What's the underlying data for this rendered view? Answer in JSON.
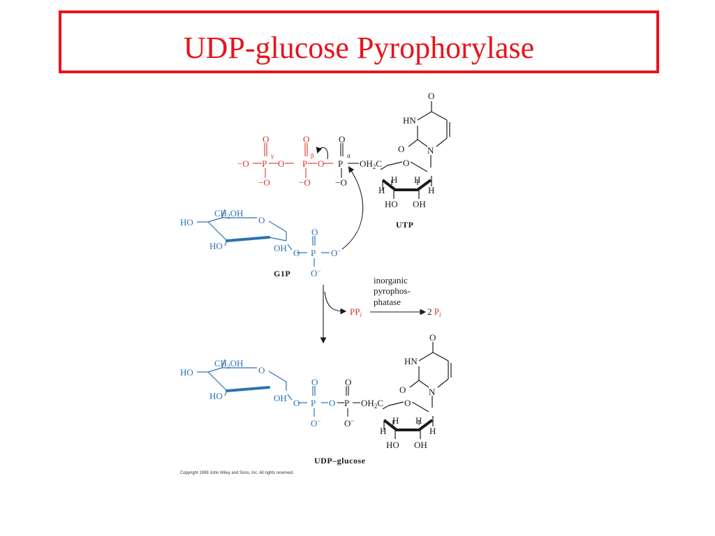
{
  "title": "UDP-glucose Pyrophorylase",
  "colors": {
    "title": "#e8131b",
    "phosphate_red": "#d9332b",
    "sugar_blue": "#2b72b0",
    "ink": "#1a1a1a"
  },
  "utp": {
    "name": "UTP",
    "atoms": {
      "o_top": "O",
      "hn": "HN",
      "o_left": "O",
      "n": "N",
      "minus_o": "−O",
      "p_gamma": "P",
      "gamma": "γ",
      "o1": "O",
      "p_beta": "P",
      "beta": "β",
      "o2": "O",
      "p_alpha": "P",
      "alpha": "α",
      "oh2c": "OH",
      "oh2c_sub": "2",
      "oh2c_c": "C",
      "o_gamma_top": "O",
      "o_beta_top": "O",
      "o_alpha_top": "O",
      "o_gamma_bot": "−O",
      "o_beta_bot": "−O",
      "o_alpha_bot": "−O",
      "ring_o": "O",
      "h1": "H",
      "h2": "H",
      "h3": "H",
      "h4": "H",
      "ho": "HO",
      "oh": "OH"
    }
  },
  "g1p": {
    "name": "G1P",
    "atoms": {
      "ch2oh": "CH",
      "ch2oh_sub": "2",
      "ch2oh_oh": "OH",
      "ho1": "HO",
      "ring_o": "O",
      "ho2": "HO",
      "oh": "OH",
      "o_link": "O",
      "p": "P",
      "o_top": "O",
      "o_minus": "O",
      "minus": "−",
      "o_bot": "O",
      "minus_bot": "−"
    }
  },
  "reaction": {
    "ppi": "PP",
    "ppi_sub": "i",
    "enzyme_lines": [
      "inorganic",
      "pyrophos-",
      "phatase"
    ],
    "product": "2 ",
    "product_p": "P",
    "product_sub": "i"
  },
  "udp_glucose": {
    "name": "UDP–glucose",
    "atoms": {
      "ch2oh": "CH",
      "ch2oh_sub": "2",
      "ch2oh_oh": "OH",
      "ho1": "HO",
      "ring_o": "O",
      "ho2": "HO",
      "oh": "OH",
      "o1": "O",
      "p1": "P",
      "o2": "O",
      "p2": "P",
      "oh2c": "OH",
      "oh2c_sub": "2",
      "oh2c_c": "C",
      "p1_top": "O",
      "p2_top": "O",
      "p1_bot": "O",
      "p2_bot": "O",
      "minus": "−",
      "o_top": "O",
      "hn": "HN",
      "o_left": "O",
      "n": "N",
      "r_o": "O",
      "h1": "H",
      "h2": "H",
      "h3": "H",
      "h4": "H",
      "r_ho": "HO",
      "r_oh": "OH"
    }
  },
  "copyright": "Copyright 1999 John Wiley and Sons, Inc. All rights reserved."
}
